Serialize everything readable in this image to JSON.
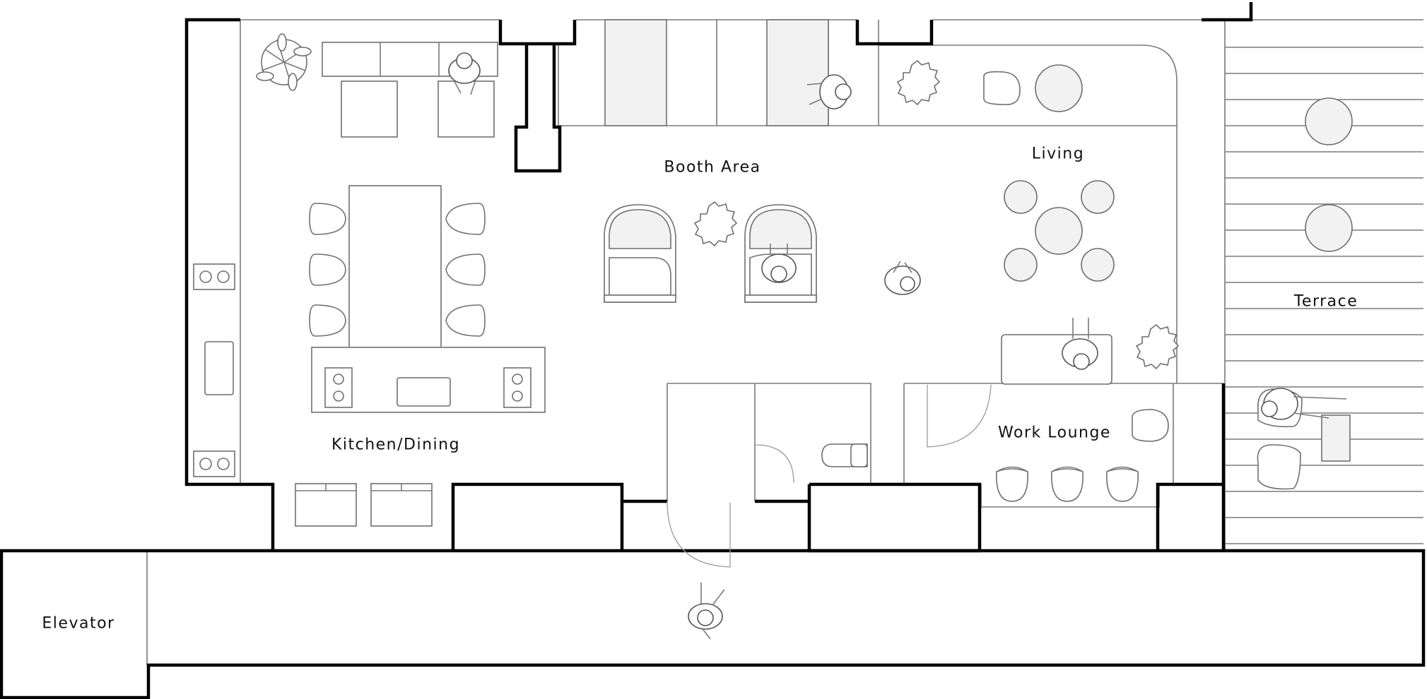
{
  "rooms": {
    "booth_area": "Booth Area",
    "living": "Living",
    "terrace": "Terrace",
    "kitchen_dining": "Kitchen/Dining",
    "work_lounge": "Work Lounge",
    "elevator": "Elevator"
  },
  "colors": {
    "wall": "#000000",
    "furniture_stroke": "#6f6f6f",
    "floor": "#ffffff",
    "accent_fill": "#f2f2f2"
  }
}
